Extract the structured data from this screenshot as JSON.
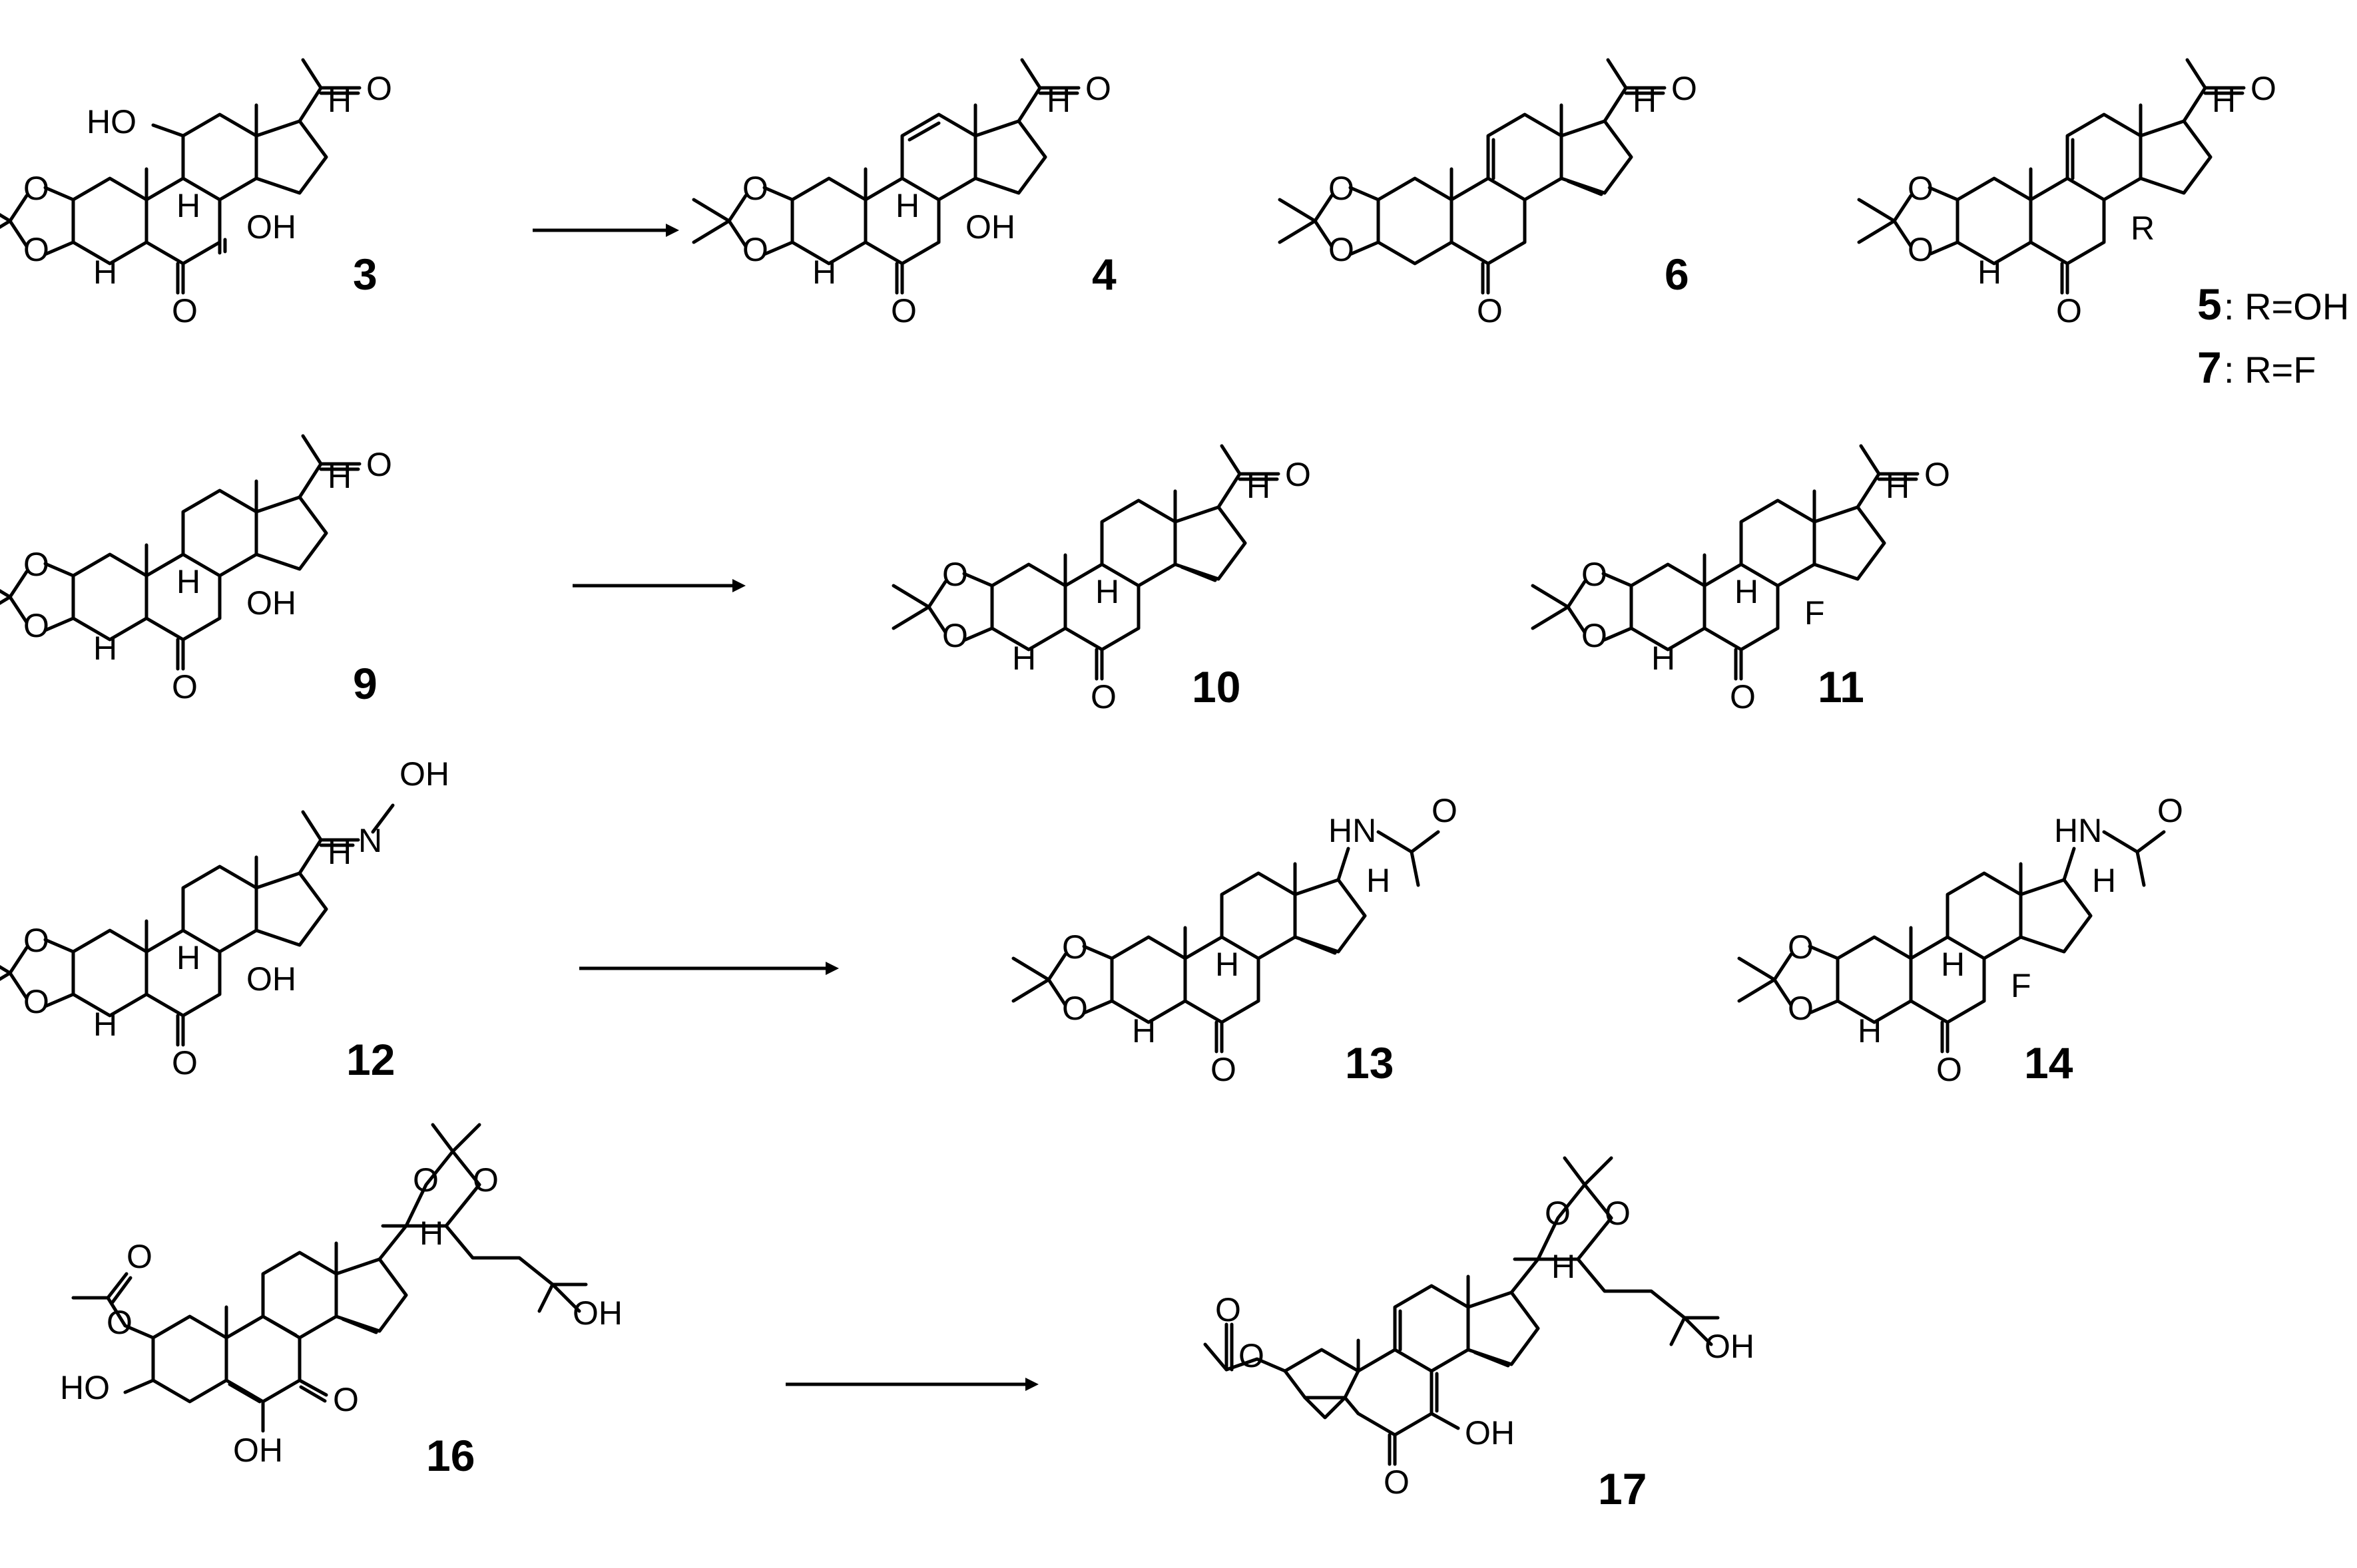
{
  "compounds": [
    {
      "id": "3",
      "label": "3",
      "substituents": [
        "HO",
        "H",
        "OH",
        "H",
        "H",
        "O",
        "O",
        "O",
        "O"
      ]
    },
    {
      "id": "4",
      "label": "4",
      "substituents": [
        "H",
        "OH",
        "H",
        "H",
        "O",
        "O",
        "O",
        "O"
      ]
    },
    {
      "id": "6",
      "label": "6",
      "substituents": [
        "H",
        "O",
        "O",
        "O",
        "O"
      ]
    },
    {
      "id": "5_7",
      "label": "5",
      "label2": "7",
      "r_oh": ": R=OH",
      "r_f": ": R=F",
      "substituents": [
        "H",
        "R",
        "H",
        "O",
        "O",
        "O",
        "O"
      ]
    },
    {
      "id": "9",
      "label": "9",
      "substituents": [
        "H",
        "H",
        "OH",
        "H",
        "O",
        "O",
        "O",
        "O"
      ]
    },
    {
      "id": "10",
      "label": "10",
      "substituents": [
        "H",
        "H",
        "H",
        "O",
        "O",
        "O",
        "O"
      ]
    },
    {
      "id": "11",
      "label": "11",
      "substituents": [
        "H",
        "H",
        "F",
        "H",
        "O",
        "O",
        "O",
        "O"
      ]
    },
    {
      "id": "12",
      "label": "12",
      "substituents": [
        "OH",
        "N",
        "H",
        "H",
        "OH",
        "H",
        "O",
        "O",
        "O"
      ]
    },
    {
      "id": "13",
      "label": "13",
      "substituents": [
        "O",
        "HN",
        "H",
        "H",
        "H",
        "O",
        "O",
        "O"
      ]
    },
    {
      "id": "14",
      "label": "14",
      "substituents": [
        "O",
        "HN",
        "H",
        "H",
        "F",
        "H",
        "O",
        "O",
        "O"
      ]
    },
    {
      "id": "16",
      "label": "16",
      "substituents": [
        "O",
        "O",
        "O",
        "O",
        "H",
        "OH",
        "HO",
        "O",
        "OH"
      ]
    },
    {
      "id": "17",
      "label": "17",
      "substituents": [
        "O",
        "O",
        "O",
        "O",
        "H",
        "OH",
        "OH",
        "O"
      ]
    }
  ],
  "arrows": [
    {
      "from": "3",
      "to": "4"
    },
    {
      "from": "9",
      "to": "10"
    },
    {
      "from": "12",
      "to": "13"
    },
    {
      "from": "16",
      "to": "17"
    }
  ]
}
